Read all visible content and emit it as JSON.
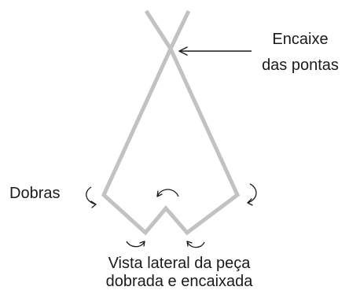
{
  "annotation_top": {
    "line1": "Encaixe",
    "line2": "das pontas"
  },
  "annotation_left": "Dobras",
  "caption": {
    "line1": "Vista lateral da peça",
    "line2": "dobrada e encaixada"
  },
  "colors": {
    "structure": "#c2c2c2",
    "ink": "#1a1a1a",
    "background": "#ffffff"
  },
  "icons": {
    "fold_arrows": "curved-arrow-icon",
    "pointer": "arrow-left-icon"
  }
}
